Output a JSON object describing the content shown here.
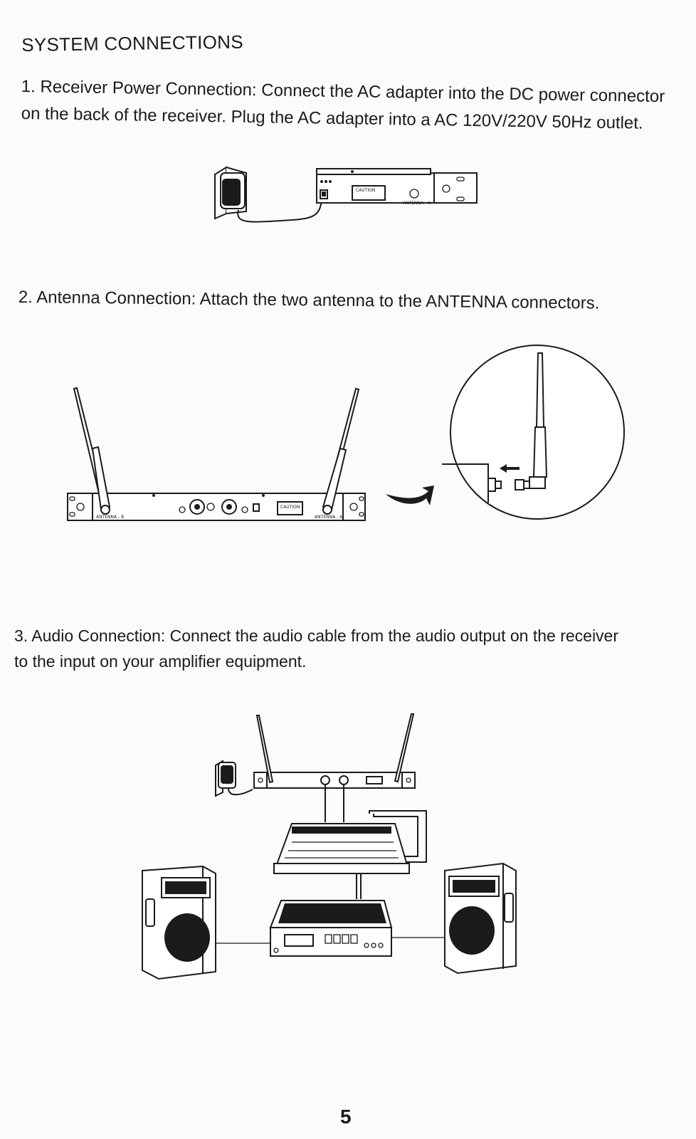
{
  "section_title": "SYSTEM CONNECTIONS",
  "step1": {
    "line1": "1. Receiver Power Connection: Connect the AC adapter into the DC power connector",
    "line2": "on the back of the receiver. Plug the AC adapter into a AC 120V/220V 50Hz outlet."
  },
  "step2": {
    "line1": "2. Antenna Connection: Attach the two antenna to the ANTENNA connectors."
  },
  "step3": {
    "line1": "3. Audio Connection: Connect the audio cable from the audio output on the receiver",
    "line2": "to the input on your amplifier equipment."
  },
  "panel_labels": {
    "caution": "CAUTION",
    "antenna_a": "ANTENNA - A",
    "antenna_b": "ANTENNA - B"
  },
  "page_number": "5"
}
